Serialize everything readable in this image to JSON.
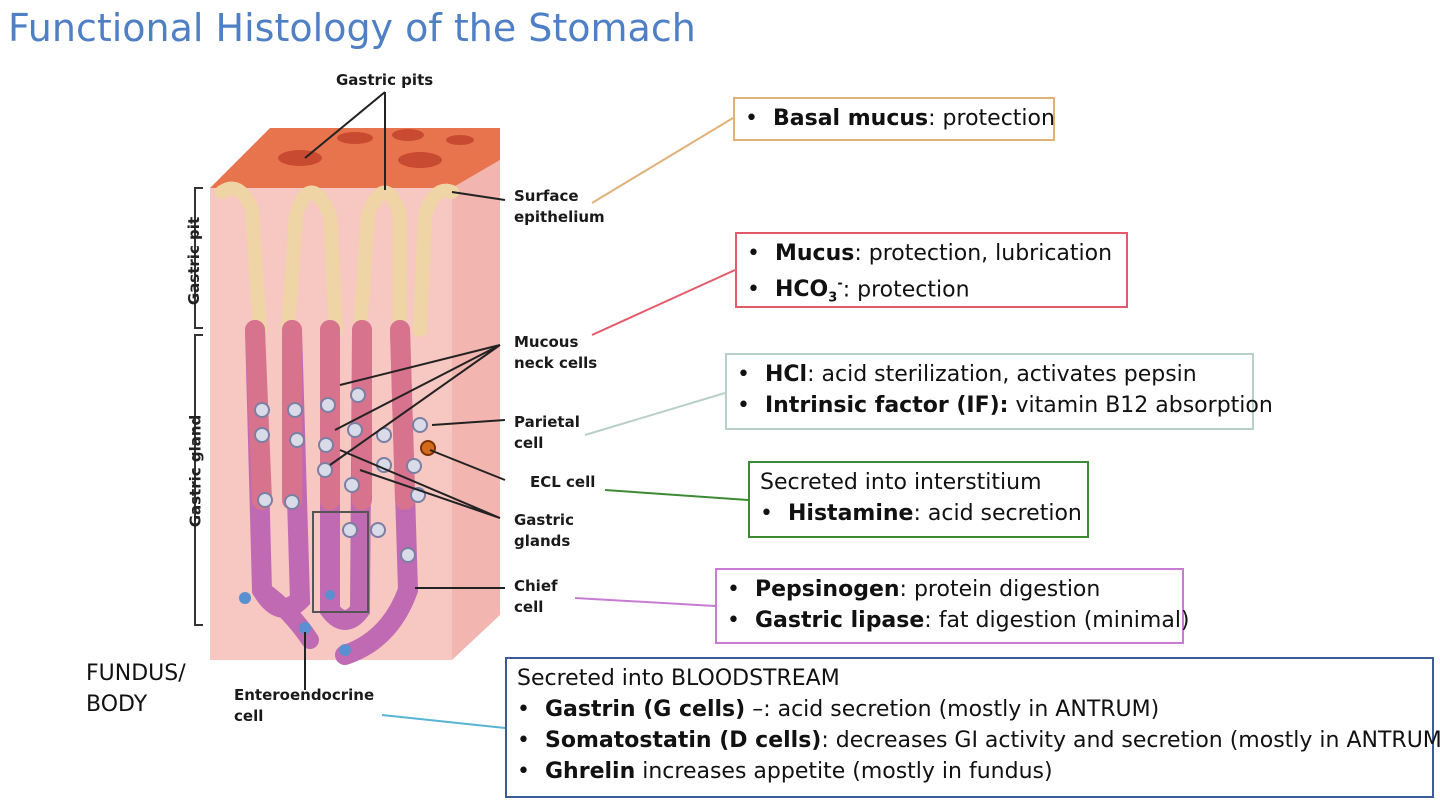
{
  "title": "Functional Histology of the Stomach",
  "region_label": {
    "line1": "FUNDUS/",
    "line2": "BODY"
  },
  "vertical_labels": {
    "gastric_pit": "Gastric pit",
    "gastric_gland": "Gastric gland"
  },
  "diagram_labels": {
    "gastric_pits": "Gastric pits",
    "surface_epithelium": [
      "Surface",
      "epithelium"
    ],
    "mucous_neck_cells": [
      "Mucous",
      "neck cells"
    ],
    "parietal_cell": [
      "Parietal",
      "cell"
    ],
    "ecl_cell": "ECL cell",
    "gastric_glands": [
      "Gastric",
      "glands"
    ],
    "chief_cell": [
      "Chief",
      "cell"
    ],
    "enteroendocrine_cell": [
      "Enteroendocrine",
      "cell"
    ]
  },
  "boxes": {
    "basal": {
      "border": "#e0b27a",
      "items": [
        {
          "bold": "Basal mucus",
          "text": ": protection"
        }
      ]
    },
    "mucus": {
      "border": "#e35a6a",
      "items": [
        {
          "bold": "Mucus",
          "text": ": protection, lubrication"
        },
        {
          "bold": "HCO",
          "sub": "3",
          "sup": "-",
          "text": ": protection"
        }
      ]
    },
    "hcl": {
      "border": "#b9cfc9",
      "items": [
        {
          "bold": "HCl",
          "text": ": acid sterilization, activates pepsin"
        },
        {
          "bold": "Intrinsic factor (IF):",
          "text": " vitamin B12 absorption"
        }
      ]
    },
    "ecl": {
      "border": "#3d8a34",
      "header": "Secreted into interstitium",
      "items": [
        {
          "bold": "Histamine",
          "text": ":  acid secretion"
        }
      ]
    },
    "chief": {
      "border": "#c77cd3",
      "items": [
        {
          "bold": "Pepsinogen",
          "text": ": protein digestion"
        },
        {
          "bold": "Gastric lipase",
          "text": ": fat digestion (minimal)"
        }
      ]
    },
    "blood": {
      "border": "#3d5a99",
      "header": "Secreted into BLOODSTREAM",
      "items": [
        {
          "bold": "Gastrin (G cells)",
          "text": " –: acid secretion (mostly in ANTRUM)"
        },
        {
          "bold": "Somatostatin (D cells)",
          "text": ": decreases GI activity and secretion (mostly in ANTRUM)"
        },
        {
          "bold": "Ghrelin",
          "text": " increases appetite (mostly in fundus)"
        }
      ]
    }
  }
}
